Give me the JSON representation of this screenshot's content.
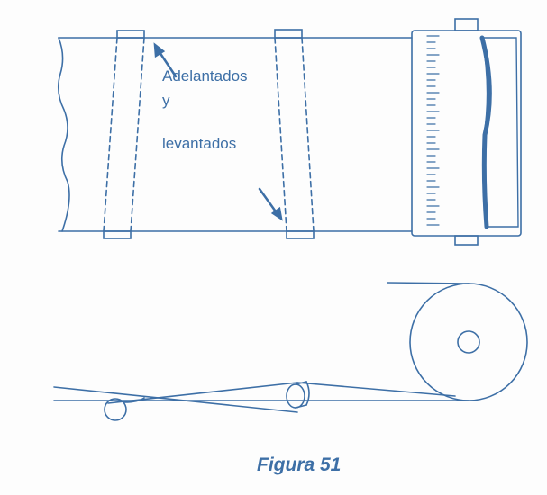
{
  "labels": {
    "line1": "Adelantados",
    "line2": "y",
    "line3": "levantados"
  },
  "caption": "Figura 51",
  "colors": {
    "ink": "#3d6fa6"
  }
}
